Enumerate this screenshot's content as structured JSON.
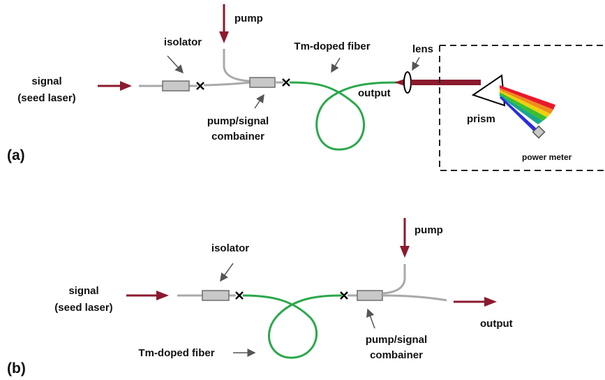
{
  "panel_a": {
    "label": "(a)",
    "signal_line1": "signal",
    "signal_line2": "(seed laser)",
    "isolator": "isolator",
    "pump": "pump",
    "combiner_line1": "pump/signal",
    "combiner_line2": "combainer",
    "fiber": "Tm-doped fiber",
    "output": "output",
    "lens": "lens",
    "prism": "prism",
    "power_meter": "power meter"
  },
  "panel_b": {
    "label": "(b)",
    "signal_line1": "signal",
    "signal_line2": "(seed laser)",
    "isolator": "isolator",
    "pump": "pump",
    "combiner_line1": "pump/signal",
    "combiner_line2": "combainer",
    "fiber": "Tm-doped fiber",
    "output": "output"
  },
  "colors": {
    "arrow": "#8b1a2e",
    "fiber": "#2aa84a",
    "passive_fiber": "#a9a9a9",
    "component": "#c8c8c8",
    "component_border": "#6d6d6d",
    "beam": "#8b1a2e",
    "dashed_box": "#222222"
  }
}
